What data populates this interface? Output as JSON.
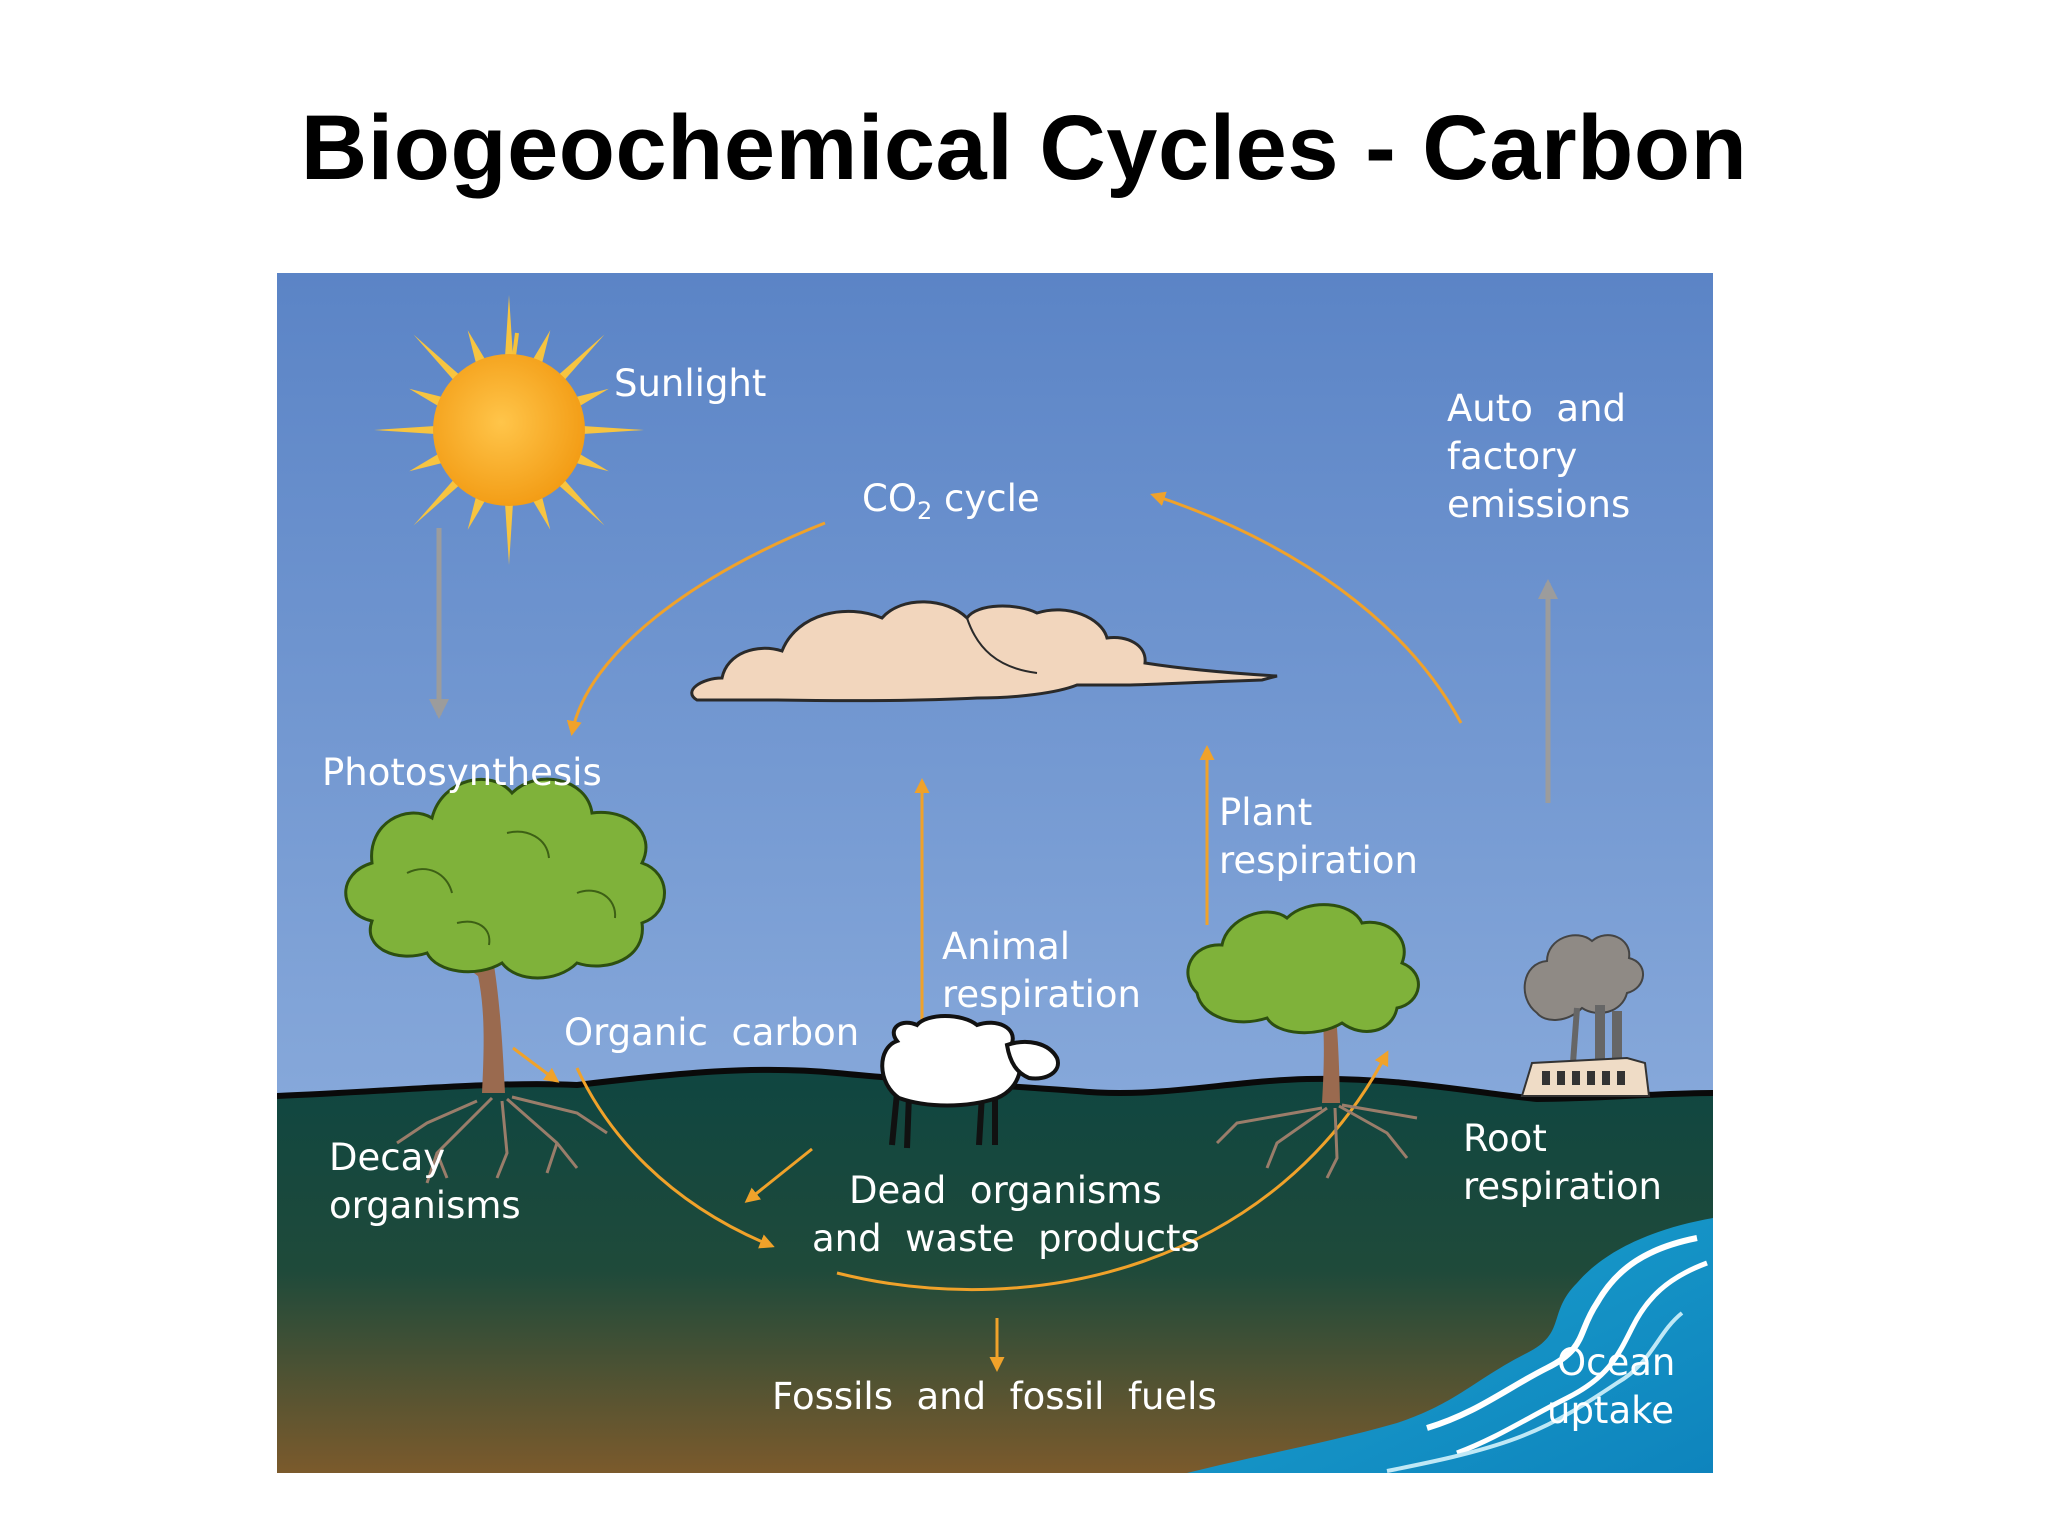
{
  "title": "Biogeochemical Cycles - Carbon",
  "labels": {
    "sunlight": "Sunlight",
    "co2_cycle": "CO",
    "co2_subscript": "2",
    "co2_cycle_suffix": " cycle",
    "emissions_line1": "Auto  and",
    "emissions_line2": "factory",
    "emissions_line3": "emissions",
    "photosynthesis": "Photosynthesis",
    "plant_resp_line1": "Plant",
    "plant_resp_line2": "respiration",
    "animal_resp_line1": "Animal",
    "animal_resp_line2": "respiration",
    "organic_carbon": "Organic  carbon",
    "decay_line1": "Decay",
    "decay_line2": "organisms",
    "dead_line1": "Dead  organisms",
    "dead_line2": "and  waste  products",
    "root_resp_line1": "Root",
    "root_resp_line2": "respiration",
    "fossils": "Fossils  and  fossil  fuels",
    "ocean_line1": "Ocean",
    "ocean_line2": "uptake"
  },
  "colors": {
    "sky_top": "#5b84c6",
    "sky_bottom": "#7ea2d8",
    "ground_top": "#104a44",
    "ground_bottom": "#7a5a2e",
    "ocean": "#1ea3cf",
    "arrow": "#f0a22a",
    "sun": "#f5a623"
  }
}
